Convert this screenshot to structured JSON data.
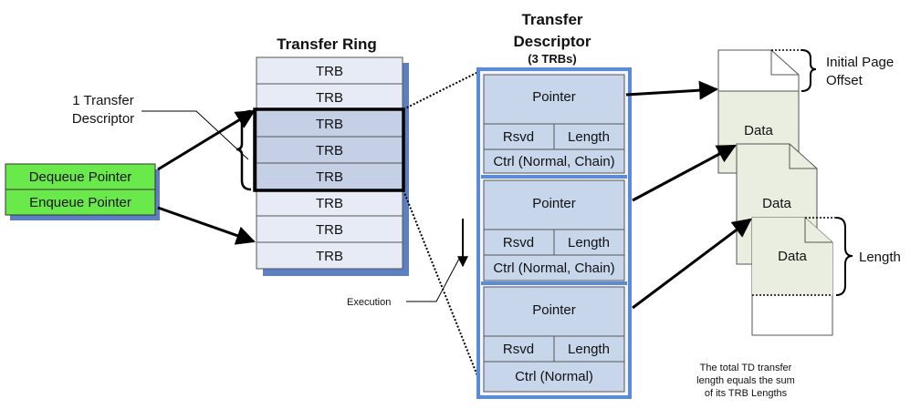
{
  "ring": {
    "title": "Transfer Ring",
    "trbs": [
      "TRB",
      "TRB",
      "TRB",
      "TRB",
      "TRB",
      "TRB",
      "TRB",
      "TRB"
    ]
  },
  "pointers": {
    "dequeue": "Dequeue Pointer",
    "enqueue": "Enqueue Pointer"
  },
  "annotations": {
    "one_td_line1": "1 Transfer",
    "one_td_line2": "Descriptor",
    "execution": "Execution"
  },
  "td": {
    "title_line1": "Transfer",
    "title_line2": "Descriptor",
    "title_line3": "(3 TRBs)",
    "trbs": [
      {
        "pointer": "Pointer",
        "rsvd": "Rsvd",
        "length": "Length",
        "ctrl": "Ctrl (Normal, Chain)"
      },
      {
        "pointer": "Pointer",
        "rsvd": "Rsvd",
        "length": "Length",
        "ctrl": "Ctrl (Normal, Chain)"
      },
      {
        "pointer": "Pointer",
        "rsvd": "Rsvd",
        "length": "Length",
        "ctrl": "Ctrl (Normal)"
      }
    ]
  },
  "pages": {
    "initial_offset_line1": "Initial Page",
    "initial_offset_line2": "Offset",
    "data": [
      "Data",
      "Data",
      "Data"
    ],
    "length": "Length"
  },
  "note": {
    "line1": "The total TD transfer",
    "line2": "length equals the sum",
    "line3": "of its TRB Lengths"
  },
  "colors": {
    "ring_cell": "#e6ebf5",
    "ring_selected": "#c5d0e6",
    "shadow": "#5b7fc0",
    "td_border": "#5b8ad6",
    "td_cell": "#c8d6ec",
    "pointer_fill": "#6aea4a",
    "data_fill": "#eaeee0"
  }
}
